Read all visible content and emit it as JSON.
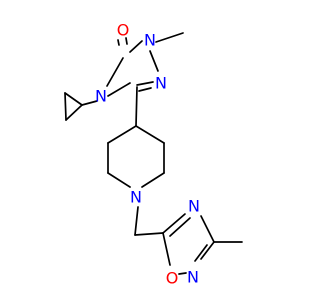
{
  "molecule": {
    "colors": {
      "bond": "#000000",
      "carbon": "#000000",
      "nitrogen": "#0000ff",
      "oxygen": "#ff0000"
    },
    "atoms": {
      "O_carbonyl": {
        "label": "O",
        "element": "oxygen"
      },
      "N_methyl": {
        "label": "N",
        "element": "nitrogen"
      },
      "N_cyclopropyl": {
        "label": "N",
        "element": "nitrogen"
      },
      "N_triazole": {
        "label": "N",
        "element": "nitrogen"
      },
      "N_piperidine": {
        "label": "N",
        "element": "nitrogen"
      },
      "N_oxadiazole_upper": {
        "label": "N",
        "element": "nitrogen"
      },
      "O_oxadiazole": {
        "label": "O",
        "element": "oxygen"
      },
      "N_oxadiazole_lower": {
        "label": "N",
        "element": "nitrogen"
      }
    }
  }
}
